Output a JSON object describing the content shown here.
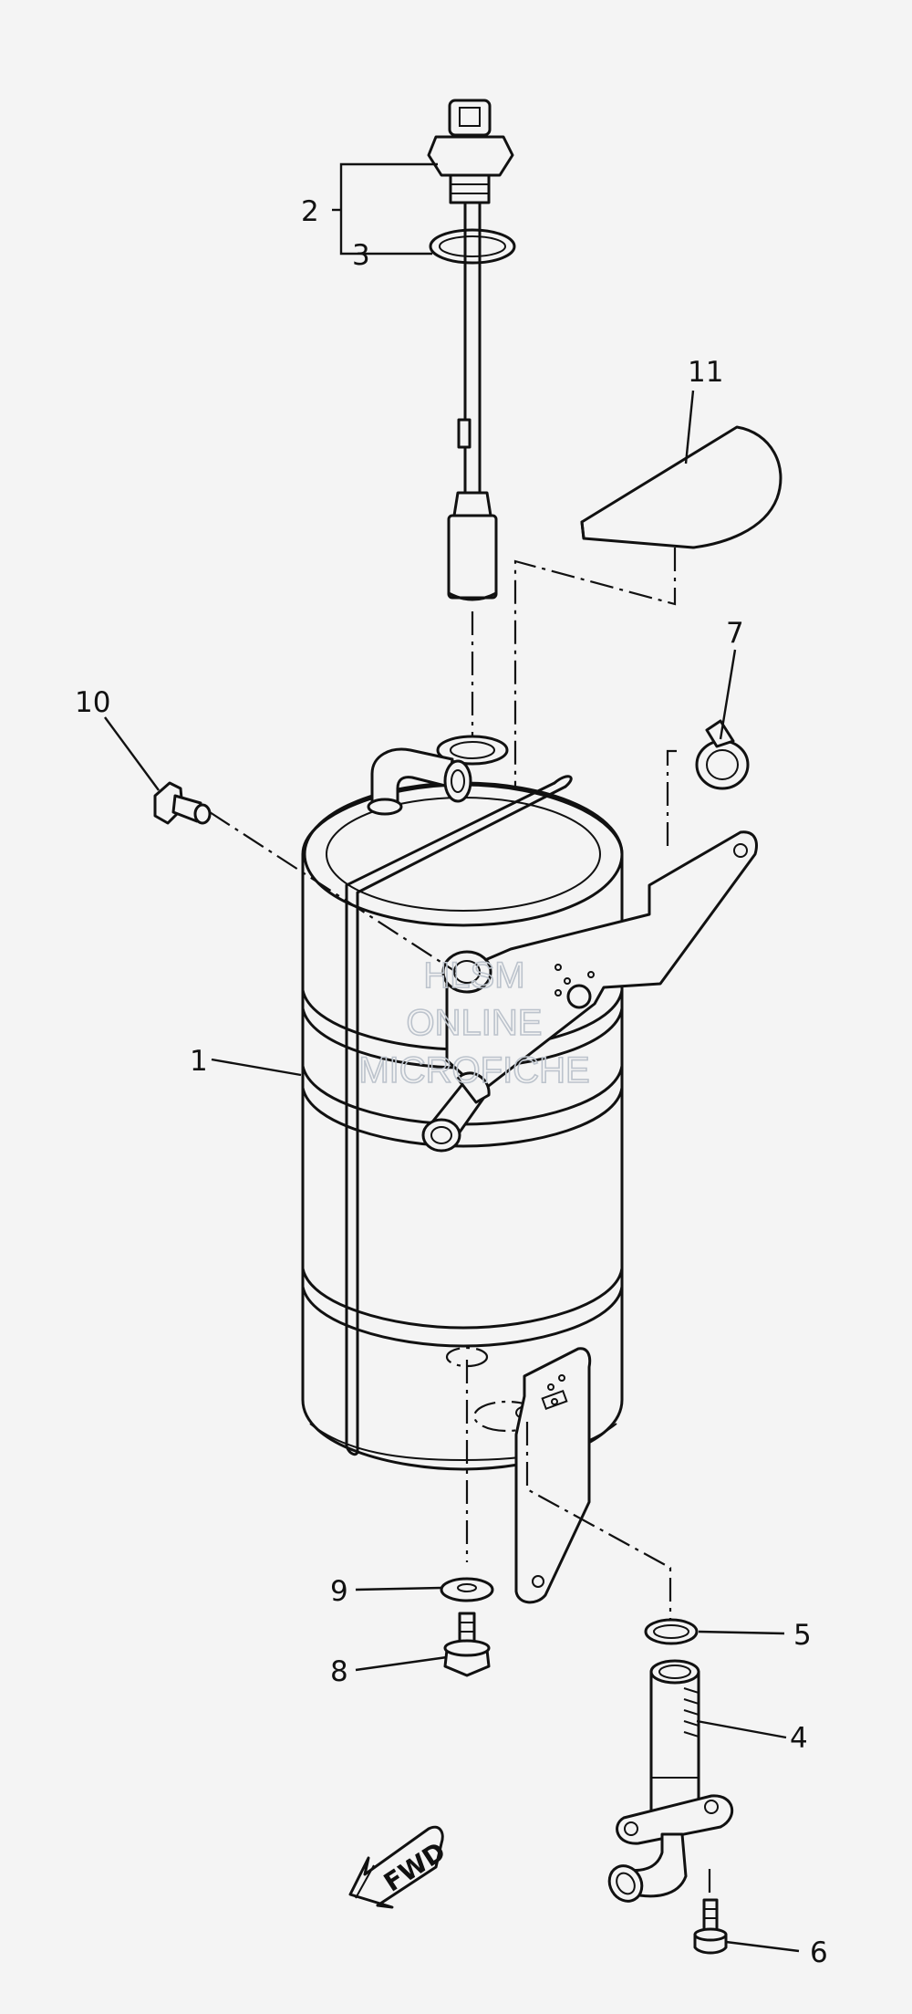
{
  "callouts": [
    "1",
    "2",
    "3",
    "4",
    "5",
    "6",
    "7",
    "8",
    "9",
    "10",
    "11"
  ],
  "direction_label": "FWD",
  "watermark": [
    "HLSM",
    "ONLINE",
    "MICROFICHE"
  ],
  "colors": {
    "ink": "#111111",
    "paper": "#f4f4f4",
    "watermark": "#bcc3cc"
  }
}
